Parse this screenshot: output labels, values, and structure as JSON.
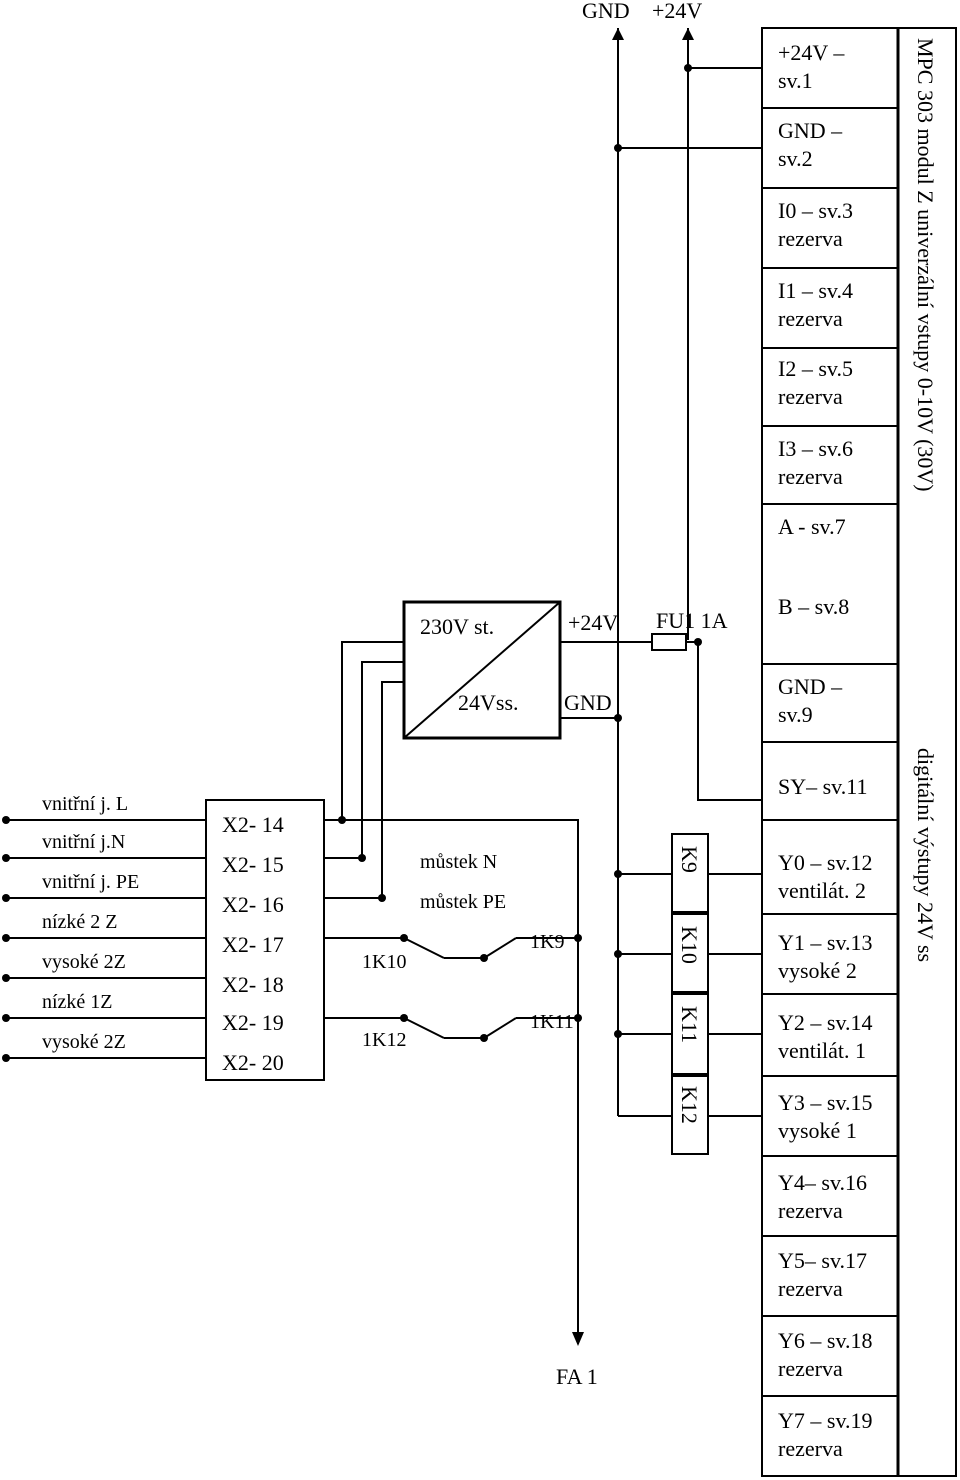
{
  "rails": {
    "gnd": "GND",
    "v24": "+24V"
  },
  "module": {
    "title": "MPC 303 modul Z univerzální vstupy 0-10V (30V)",
    "outputs_title": "digitální výstupy 24V ss",
    "inputs": [
      {
        "l1": "+24V  –",
        "l2": "sv.1"
      },
      {
        "l1": "GND  –",
        "l2": "sv.2"
      },
      {
        "l1": "I0  – sv.3",
        "l2": "rezerva"
      },
      {
        "l1": "I1  – sv.4",
        "l2": "rezerva"
      },
      {
        "l1": "I2  – sv.5",
        "l2": "rezerva"
      },
      {
        "l1": "I3  – sv.6",
        "l2": "rezerva"
      }
    ],
    "a_label": "A - sv.7",
    "b_label": "B  – sv.8",
    "gnd9": {
      "l1": "GND  –",
      "l2": "sv.9"
    },
    "outputs": [
      {
        "l1": "SY– sv.11",
        "l2": ""
      },
      {
        "l1": "Y0 – sv.12",
        "l2": "ventilát. 2"
      },
      {
        "l1": "Y1 – sv.13",
        "l2": "vysoké 2"
      },
      {
        "l1": "Y2 – sv.14",
        "l2": "ventilát. 1"
      },
      {
        "l1": "Y3 – sv.15",
        "l2": "vysoké 1"
      },
      {
        "l1": "Y4– sv.16",
        "l2": "rezerva"
      },
      {
        "l1": "Y5– sv.17",
        "l2": "rezerva"
      },
      {
        "l1": "Y6 – sv.18",
        "l2": "rezerva"
      },
      {
        "l1": "Y7 – sv.19",
        "l2": "rezerva"
      }
    ]
  },
  "psu": {
    "ac": "230V st.",
    "dc": "24Vss.",
    "plus": "+24V",
    "gnd": "GND"
  },
  "fuse": "FU1 1A",
  "terminals": [
    "X2- 14",
    "X2- 15",
    "X2- 16",
    "X2- 17",
    "X2- 18",
    "X2- 19",
    "X2- 20"
  ],
  "inputs_left": [
    "vnitřní j. L",
    "vnitřní j.N",
    "vnitřní j. PE",
    "nízké 2 Z",
    "vysoké 2Z",
    "nízké 1Z",
    "vysoké 2Z"
  ],
  "bridges": {
    "n": "můstek N",
    "pe": "můstek  PE"
  },
  "contacts": {
    "k10": "1K10",
    "k12": "1K12",
    "k9": "1K9",
    "k11": "1K11"
  },
  "relays": [
    "K9",
    "K10",
    "K11",
    "K12"
  ],
  "fa": "FA 1"
}
